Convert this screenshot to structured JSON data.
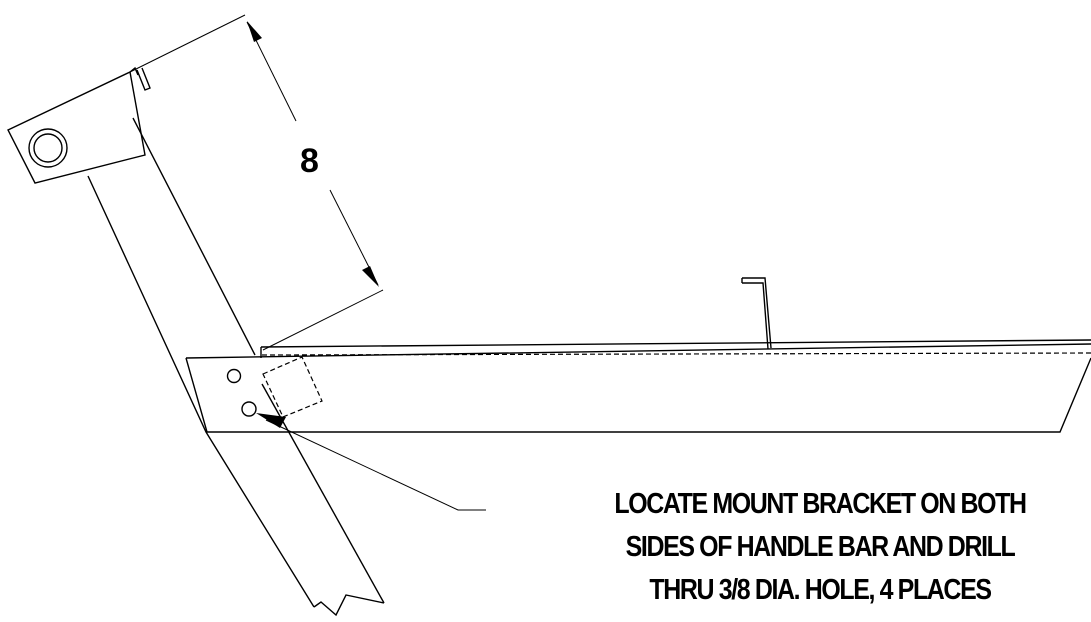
{
  "dimension": {
    "value": "8"
  },
  "note": {
    "lines": [
      "LOCATE MOUNT BRACKET ON BOTH",
      "SIDES OF HANDLE BAR AND DRILL",
      "THRU 3/8 DIA. HOLE, 4 PLACES"
    ]
  },
  "colors": {
    "line": "#000000",
    "background": "#ffffff"
  }
}
